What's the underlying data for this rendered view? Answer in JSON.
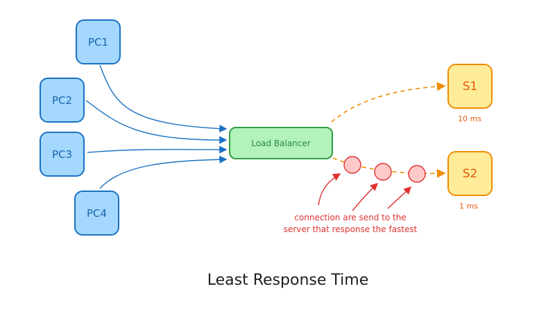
{
  "clients": [
    {
      "label": "PC1"
    },
    {
      "label": "PC2"
    },
    {
      "label": "PC3"
    },
    {
      "label": "PC4"
    }
  ],
  "load_balancer": {
    "label": "Load Balancer"
  },
  "servers": [
    {
      "label": "S1",
      "latency": "10 ms"
    },
    {
      "label": "S2",
      "latency": "1 ms"
    }
  ],
  "annotation": {
    "line1": "connection are send to the",
    "line2": "server that response the fastest"
  },
  "title": "Least Response Time",
  "colors": {
    "client": "#a5d8ff",
    "client_stroke": "#1971c2",
    "lb": "#b2f2bb",
    "server": "#ffec99",
    "server_stroke": "#f08c00",
    "annotation": "#e03131"
  }
}
